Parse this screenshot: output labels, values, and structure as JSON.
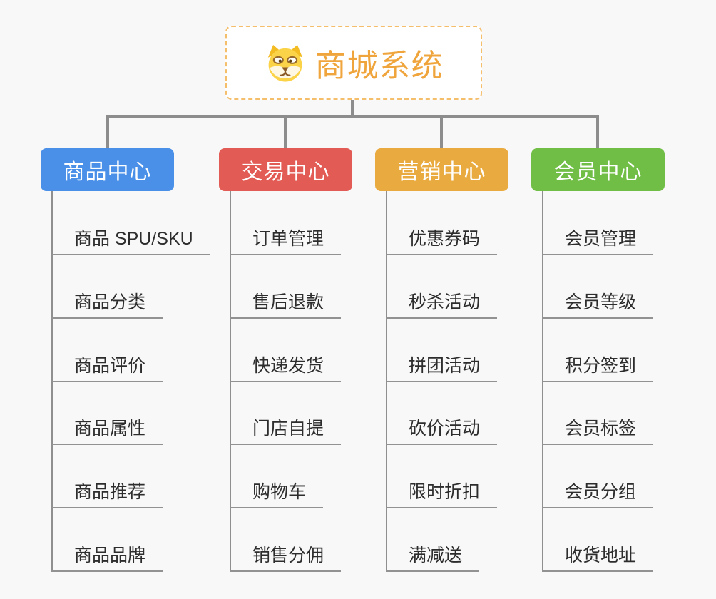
{
  "canvas": {
    "background_color": "#f8f8f8",
    "connector_color": "#8d8d8d",
    "underline_color": "#929292",
    "leaf_text_color": "#2d2d2d"
  },
  "root": {
    "title": "商城系统",
    "title_color": "#efa53c",
    "border_color": "#f5be6b",
    "icon": "shiba-dog-icon"
  },
  "branches": [
    {
      "id": "product-center",
      "label": "商品中心",
      "color": "#4a90e8",
      "items": [
        "商品 SPU/SKU",
        "商品分类",
        "商品评价",
        "商品属性",
        "商品推荐",
        "商品品牌"
      ]
    },
    {
      "id": "trade-center",
      "label": "交易中心",
      "color": "#e25b55",
      "items": [
        "订单管理",
        "售后退款",
        "快递发货",
        "门店自提",
        "购物车",
        "销售分佣"
      ]
    },
    {
      "id": "marketing-center",
      "label": "营销中心",
      "color": "#e9aa3f",
      "items": [
        "优惠券码",
        "秒杀活动",
        "拼团活动",
        "砍价活动",
        "限时折扣",
        "满减送"
      ]
    },
    {
      "id": "member-center",
      "label": "会员中心",
      "color": "#70be46",
      "items": [
        "会员管理",
        "会员等级",
        "积分签到",
        "会员标签",
        "会员分组",
        "收货地址"
      ]
    }
  ]
}
